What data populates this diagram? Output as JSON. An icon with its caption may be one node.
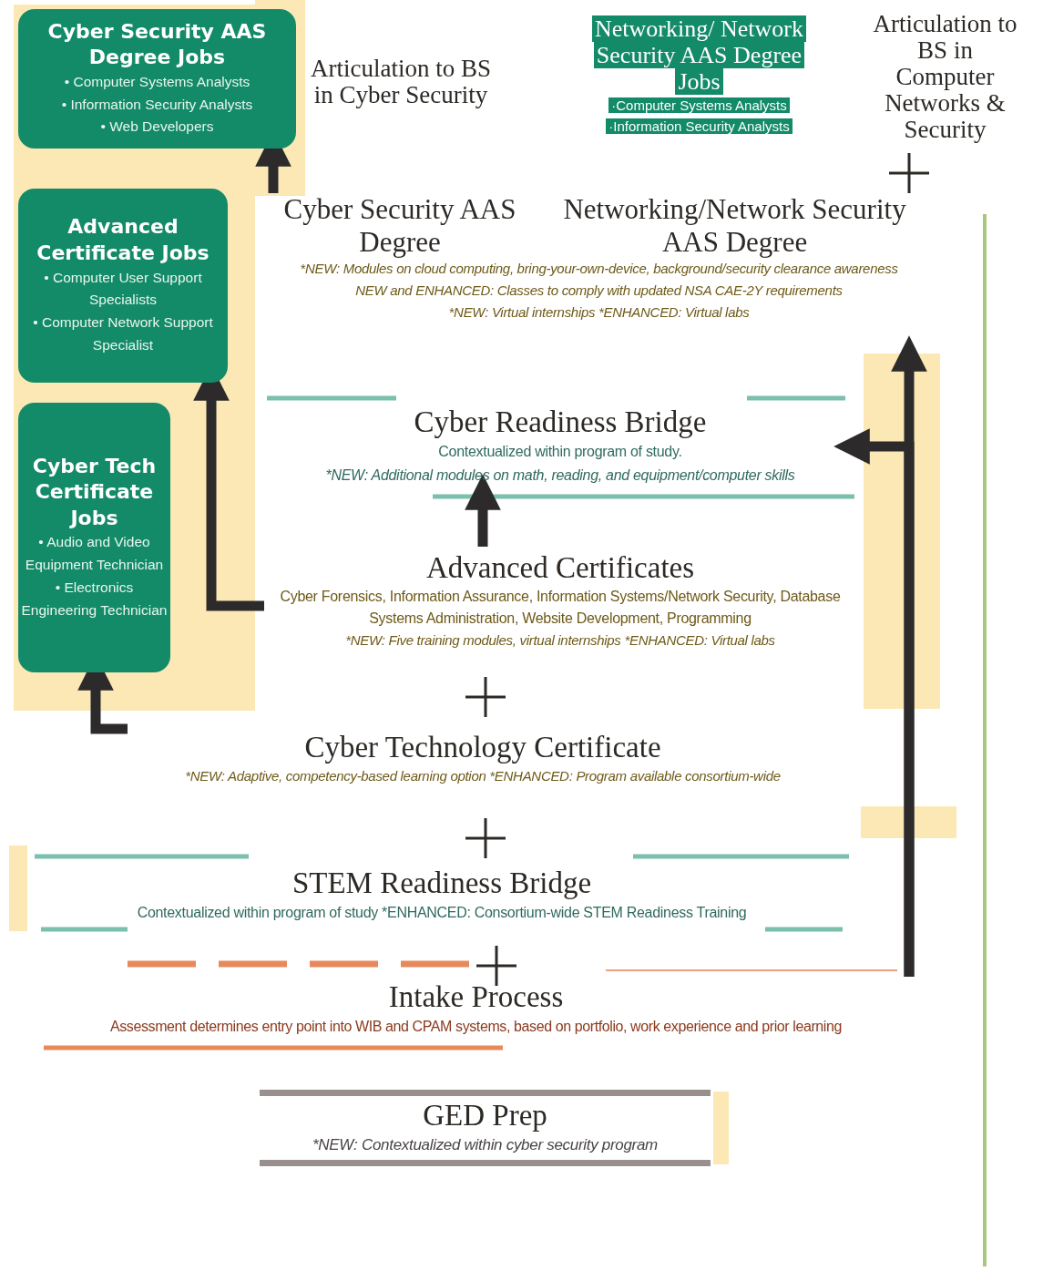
{
  "diagram": {
    "nodes": [
      {
        "text": [
          "Cyber Security AAS Degree Jobs",
          "• Computer Systems Analysts",
          "• Information Security Analysts",
          "• Web Developers"
        ]
      },
      {
        "text": [
          "Articulation to BS in Cyber Security"
        ]
      },
      {
        "text": [
          "Networking/ Network Security AAS Degree Jobs",
          "·Computer Systems Analysts",
          "·Information Security Analysts"
        ]
      },
      {
        "text": [
          "Articulation to BS in Computer Networks & Security"
        ]
      },
      {
        "text": [
          "Advanced Certificate Jobs",
          "• Computer User Support Specialists",
          "• Computer Network Support Specialist"
        ]
      },
      {
        "text": [
          "Cyber Security AAS Degree",
          "Networking/Network Security AAS Degree",
          "*NEW: Modules on cloud computing, bring-your-own-device, background/security clearance awareness",
          "NEW and ENHANCED: Classes to comply with updated NSA CAE-2Y requirements",
          "*NEW: Virtual internships  *ENHANCED: Virtual labs"
        ]
      },
      {
        "text": [
          "Cyber Tech Certificate Jobs",
          "• Audio and Video Equipment Technician",
          "• Electronics Engineering Technician"
        ]
      },
      {
        "text": [
          "Cyber Readiness Bridge",
          "Contextualized within program of study.",
          "*NEW: Additional modules on math, reading, and equipment/computer skills"
        ]
      },
      {
        "text": [
          "Advanced Certificates",
          "Cyber Forensics, Information Assurance, Information Systems/Network Security, Database Systems Administration, Website Development, Programming",
          "*NEW: Five training modules, virtual internships  *ENHANCED: Virtual labs"
        ]
      },
      {
        "text": [
          "Cyber Technology Certificate",
          "*NEW: Adaptive, competency-based learning option  *ENHANCED: Program available consortium-wide"
        ]
      },
      {
        "text": [
          "STEM Readiness Bridge",
          "Contextualized within program of study  *ENHANCED: Consortium-wide STEM Readiness Training"
        ]
      },
      {
        "text": [
          "Intake Process",
          "Assessment determines entry point into WIB and CPAM systems, based on portfolio, work experience and prior learning"
        ]
      },
      {
        "text": [
          "GED Prep",
          "*NEW: Contextualized within cyber security program"
        ]
      }
    ],
    "edges": [
      {
        "from": 5,
        "to": 0,
        "arrow": "to"
      },
      {
        "from": 8,
        "to": 4,
        "arrow": "to"
      },
      {
        "from": 9,
        "to": 6,
        "arrow": "to"
      },
      {
        "from": 8,
        "to": 7,
        "arrow": "to"
      },
      {
        "from": 11,
        "to": 5,
        "arrow": "to"
      },
      {
        "from": 11,
        "to": 7,
        "arrow": "to"
      }
    ]
  }
}
